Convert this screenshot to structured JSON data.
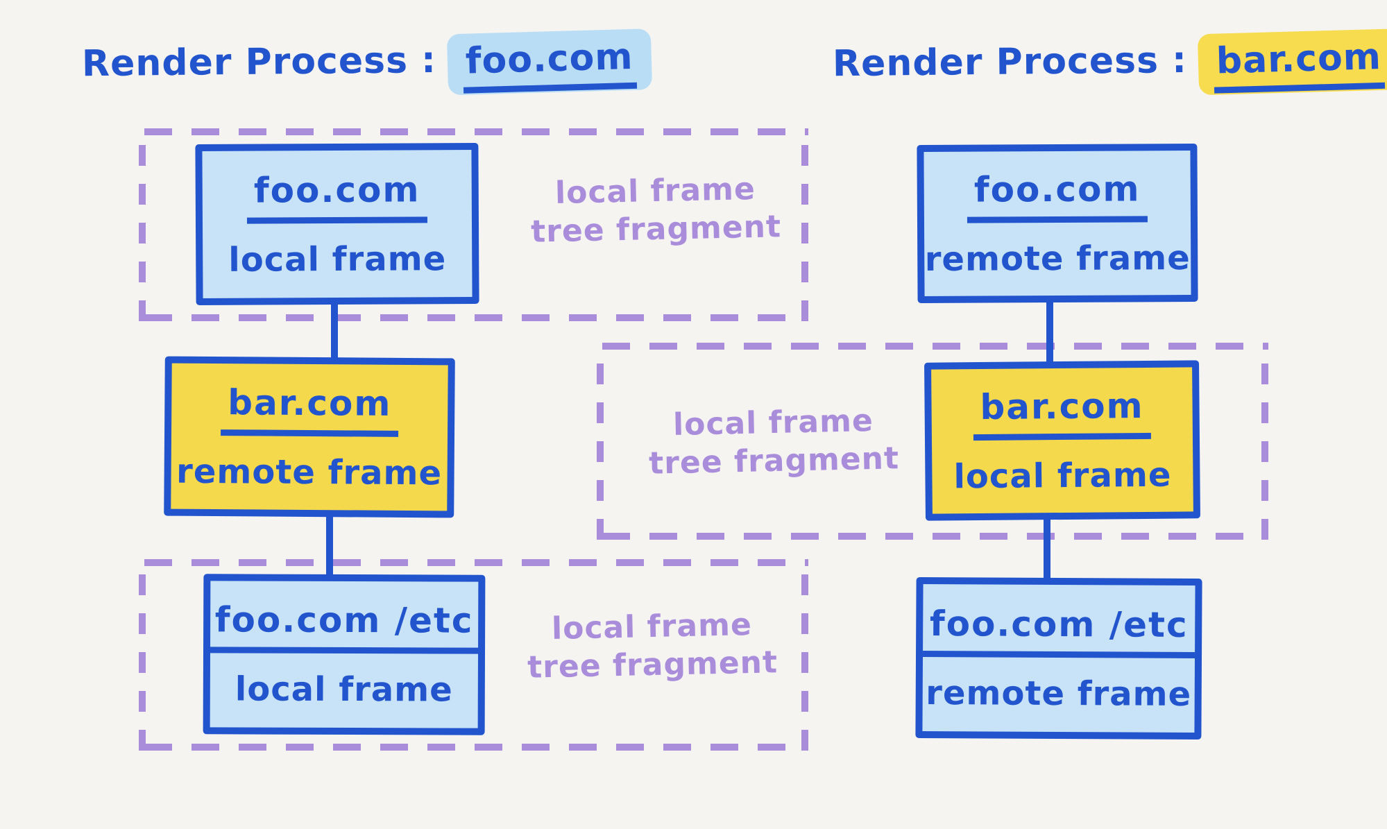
{
  "colors": {
    "background": "#f5f4f1",
    "ink_blue": "#2154cd",
    "light_blue_fill": "#c8e3f7",
    "blue_highlight": "#b9ddf4",
    "yellow_fill": "#f4d94d",
    "yellow_highlight": "#f6dc4e",
    "purple": "#a98ddb"
  },
  "processes": [
    {
      "title_prefix": "Render Process :",
      "title_domain": "foo.com",
      "highlight_color": "blue"
    },
    {
      "title_prefix": "Render Process :",
      "title_domain": "bar.com",
      "highlight_color": "yellow"
    }
  ],
  "left": {
    "nodes": [
      {
        "domain": "foo.com",
        "frame_type": "local frame",
        "fill": "light_blue"
      },
      {
        "domain": "bar.com",
        "frame_type": "remote frame",
        "fill": "yellow"
      },
      {
        "domain": "foo.com /etc",
        "frame_type": "local frame",
        "fill": "light_blue"
      }
    ]
  },
  "right": {
    "nodes": [
      {
        "domain": "foo.com",
        "frame_type": "remote frame",
        "fill": "light_blue"
      },
      {
        "domain": "bar.com",
        "frame_type": "local frame",
        "fill": "yellow"
      },
      {
        "domain": "foo.com /etc",
        "frame_type": "remote frame",
        "fill": "light_blue"
      }
    ]
  },
  "fragment_labels": [
    {
      "line1": "local frame",
      "line2": "tree fragment"
    },
    {
      "line1": "local frame",
      "line2": "tree fragment"
    },
    {
      "line1": "local frame",
      "line2": "tree fragment"
    }
  ]
}
